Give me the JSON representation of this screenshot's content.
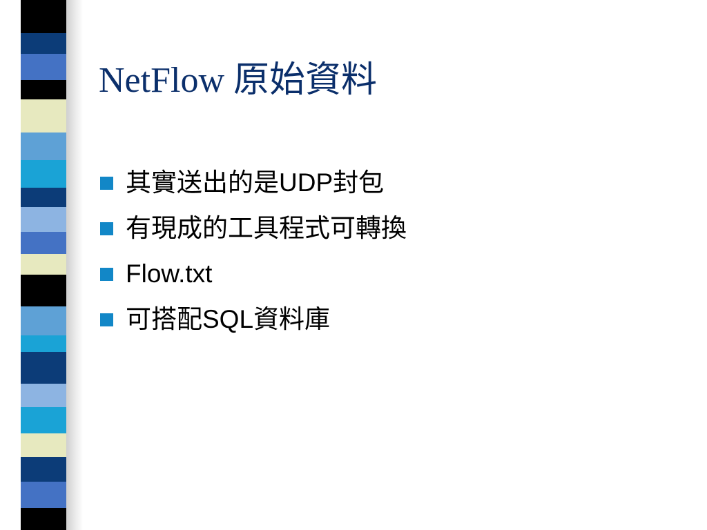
{
  "slide": {
    "title": "NetFlow 原始資料",
    "bullets": [
      {
        "text": "其實送出的是UDP封包",
        "icon": "square-bullet-icon"
      },
      {
        "text": "有現成的工具程式可轉換",
        "icon": "square-bullet-icon"
      },
      {
        "text": "Flow.txt",
        "icon": "square-bullet-icon"
      },
      {
        "text": "可搭配SQL資料庫",
        "icon": "square-bullet-icon"
      }
    ]
  },
  "colors": {
    "title": "#0b2f6b",
    "bullet": "#1287c7",
    "stripe_palette": [
      "#0c3c78",
      "#5ea1d6",
      "#4472c4",
      "#000000",
      "#e7e9bf",
      "#1aa3d6",
      "#8db4e2",
      "#ffffff"
    ]
  }
}
